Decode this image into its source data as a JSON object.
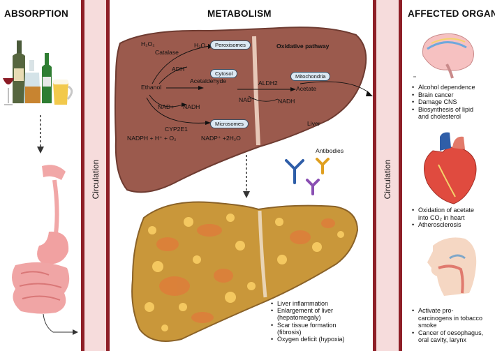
{
  "headers": {
    "absorption": "ABSORPTION",
    "metabolism": "METABOLISM",
    "affected_organs": "AFFECTED ORGANS"
  },
  "circulation": [
    "Circulation",
    "Circulation"
  ],
  "liver_reactions": {
    "h2o2": "H₂O₂",
    "catalase": "Catalase",
    "h2o": "H₂O",
    "adh": "ADH",
    "ethanol": "Ethanol",
    "acetaldehyde": "Acetaldehyde",
    "nad_plus": "NAD+",
    "nadh_left": "NADH",
    "cyp2e1": "CYP2E1",
    "nadph_eq": "NADPH + H⁺ + O₂",
    "nadp_eq": "NADP⁺ +2H₂O",
    "aldh2": "ALDH2",
    "acetate": "Acetate",
    "nad_right": "NAD⁺",
    "nadh_right": "NADH",
    "oxidative_pathway": "Oxidative pathway",
    "liver": "Liver"
  },
  "organelles": {
    "peroxisomes": "Peroxisomes",
    "cytosol": "Cytosol",
    "microsomes": "Microsomes",
    "mitochondria": "Mitochondria"
  },
  "antibodies": "Antibodies",
  "liver_damage": [
    "Liver inflammation",
    "Enlargement of liver",
    "(hepatomegaly)",
    "Scar tissue formation",
    "(fibrosis)",
    "Oxygen deficit (hypoxia)"
  ],
  "brain_effects": [
    "Alcohol dependence",
    "Brain cancer",
    "Damage CNS",
    "Biosynthesis of lipid",
    "and cholesterol"
  ],
  "heart_effects": [
    "Oxidation of acetate",
    "into CO₂ in heart",
    "Atherosclerosis"
  ],
  "throat_effects": [
    "Activate pro-",
    "carcinogens in tobacco",
    "smoke",
    "Cancer of oesophagus,",
    "oral cavity, larynx"
  ],
  "colors": {
    "liver": "#9b5a4d",
    "circulation_band": "#8e1f27",
    "pill_fill": "#dbe8f3",
    "damaged_liver": "#c9973a"
  }
}
